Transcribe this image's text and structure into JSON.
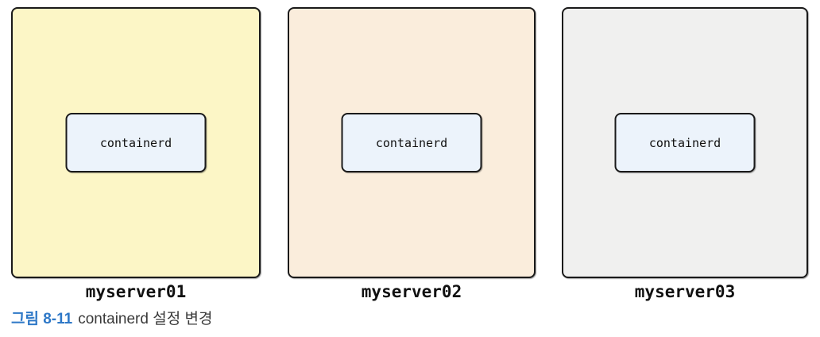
{
  "figure": {
    "servers": [
      {
        "name": "myserver01",
        "component": "containerd",
        "bg": "#FCF6C6"
      },
      {
        "name": "myserver02",
        "component": "containerd",
        "bg": "#FAEDDC"
      },
      {
        "name": "myserver03",
        "component": "containerd",
        "bg": "#F0F0EF"
      }
    ],
    "inner_box_bg": "#ECF3FB",
    "border_color": "#1A1A1A"
  },
  "caption": {
    "label": "그림 8-11",
    "text": "containerd 설정 변경",
    "label_color": "#2E78C7",
    "text_color": "#3A3A3A"
  }
}
